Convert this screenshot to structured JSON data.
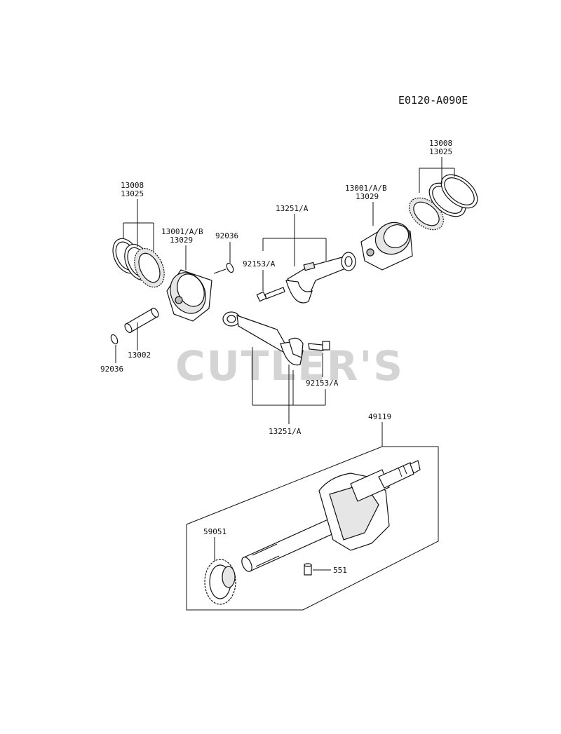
{
  "diagram_code": "E0120-A090E",
  "watermark": "CUTLER'S",
  "labels": {
    "rings_left_a": "13008",
    "rings_left_b": "13025",
    "piston_left_a": "13001/A/B",
    "piston_left_b": "13029",
    "clip_upper_left": "92036",
    "rod_top": "13251/A",
    "bolt_upper": "92153/A",
    "piston_right_a": "13001/A/B",
    "piston_right_b": "13029",
    "rings_right_a": "13008",
    "rings_right_b": "13025",
    "pin": "13002",
    "clip_lower_left": "92036",
    "bolt_lower": "92153/A",
    "rod_bottom": "13251/A",
    "crankshaft": "49119",
    "gear": "59051",
    "key": "551"
  }
}
